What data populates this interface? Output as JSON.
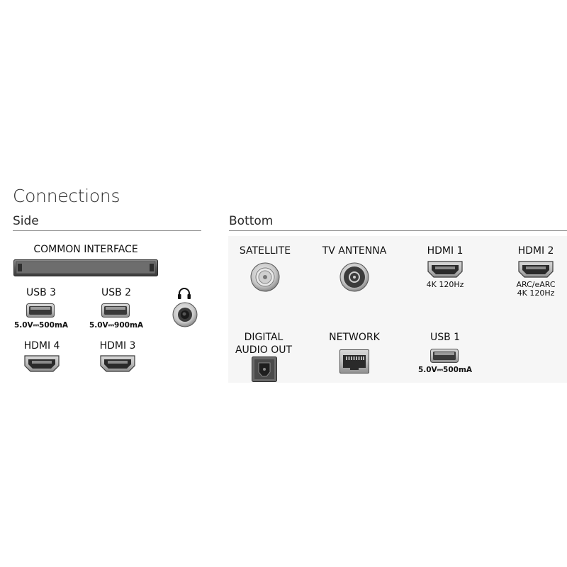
{
  "title": "Connections",
  "sections": {
    "side": "Side",
    "bottom": "Bottom"
  },
  "side": {
    "common_interface": "COMMON INTERFACE",
    "usb3": {
      "label": "USB 3",
      "spec": "5.0V⎓500mA"
    },
    "usb2": {
      "label": "USB 2",
      "spec": "5.0V⎓900mA"
    },
    "hdmi4": {
      "label": "HDMI 4"
    },
    "hdmi3": {
      "label": "HDMI 3"
    },
    "headphone_icon": "headphone-icon"
  },
  "bottom": {
    "satellite": {
      "label": "SATELLITE"
    },
    "tv_antenna": {
      "label": "TV ANTENNA"
    },
    "hdmi1": {
      "label": "HDMI 1",
      "spec": "4K 120Hz"
    },
    "hdmi2": {
      "label": "HDMI 2",
      "spec1": "ARC/eARC",
      "spec2": "4K 120Hz"
    },
    "digital_audio": {
      "label1": "DIGITAL",
      "label2": "AUDIO OUT"
    },
    "network": {
      "label": "NETWORK"
    },
    "usb1": {
      "label": "USB 1",
      "spec": "5.0V⎓500mA"
    }
  }
}
